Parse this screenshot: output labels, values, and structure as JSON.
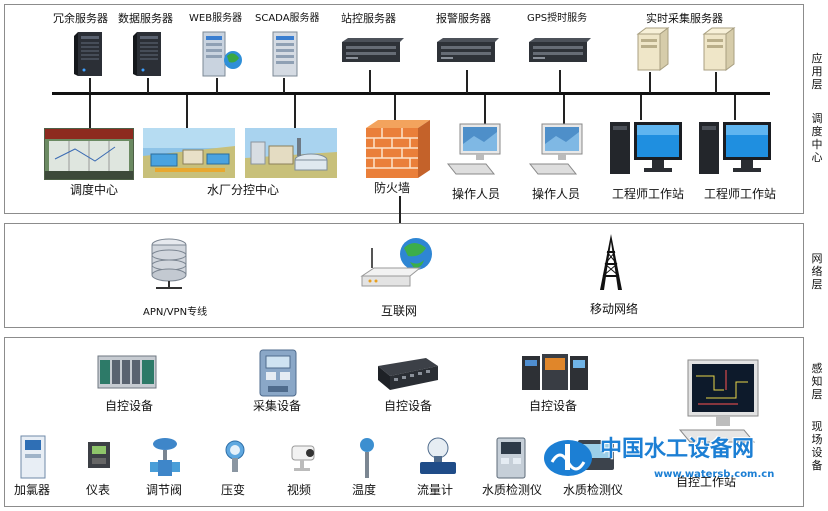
{
  "layers": {
    "application_top": "应用层",
    "application_bottom": "调度中心",
    "network": "网络层",
    "sensing_top": "感知层",
    "sensing_bottom": "现场设备"
  },
  "servers": [
    "冗余服务器",
    "数据服务器",
    "WEB服务器",
    "SCADA服务器",
    "站控服务器",
    "报警服务器",
    "GPS授时服务",
    "实时采集服务器"
  ],
  "app_nodes": [
    "调度中心",
    "水厂分控中心",
    "防火墙",
    "操作人员",
    "操作人员",
    "工程师工作站",
    "工程师工作站"
  ],
  "network_nodes": [
    "APN/VPN专线",
    "互联网",
    "移动网络"
  ],
  "control_devices": [
    "自控设备",
    "采集设备",
    "自控设备",
    "自控设备"
  ],
  "field_devices": [
    "加氯器",
    "仪表",
    "调节阀",
    "压变",
    "视频",
    "温度",
    "流量计",
    "水质检测仪",
    "水质检测仪"
  ],
  "workstation": "自控工作站",
  "watermark": {
    "title": "中国水工设备网",
    "url": "www.watersb.com.cn"
  }
}
